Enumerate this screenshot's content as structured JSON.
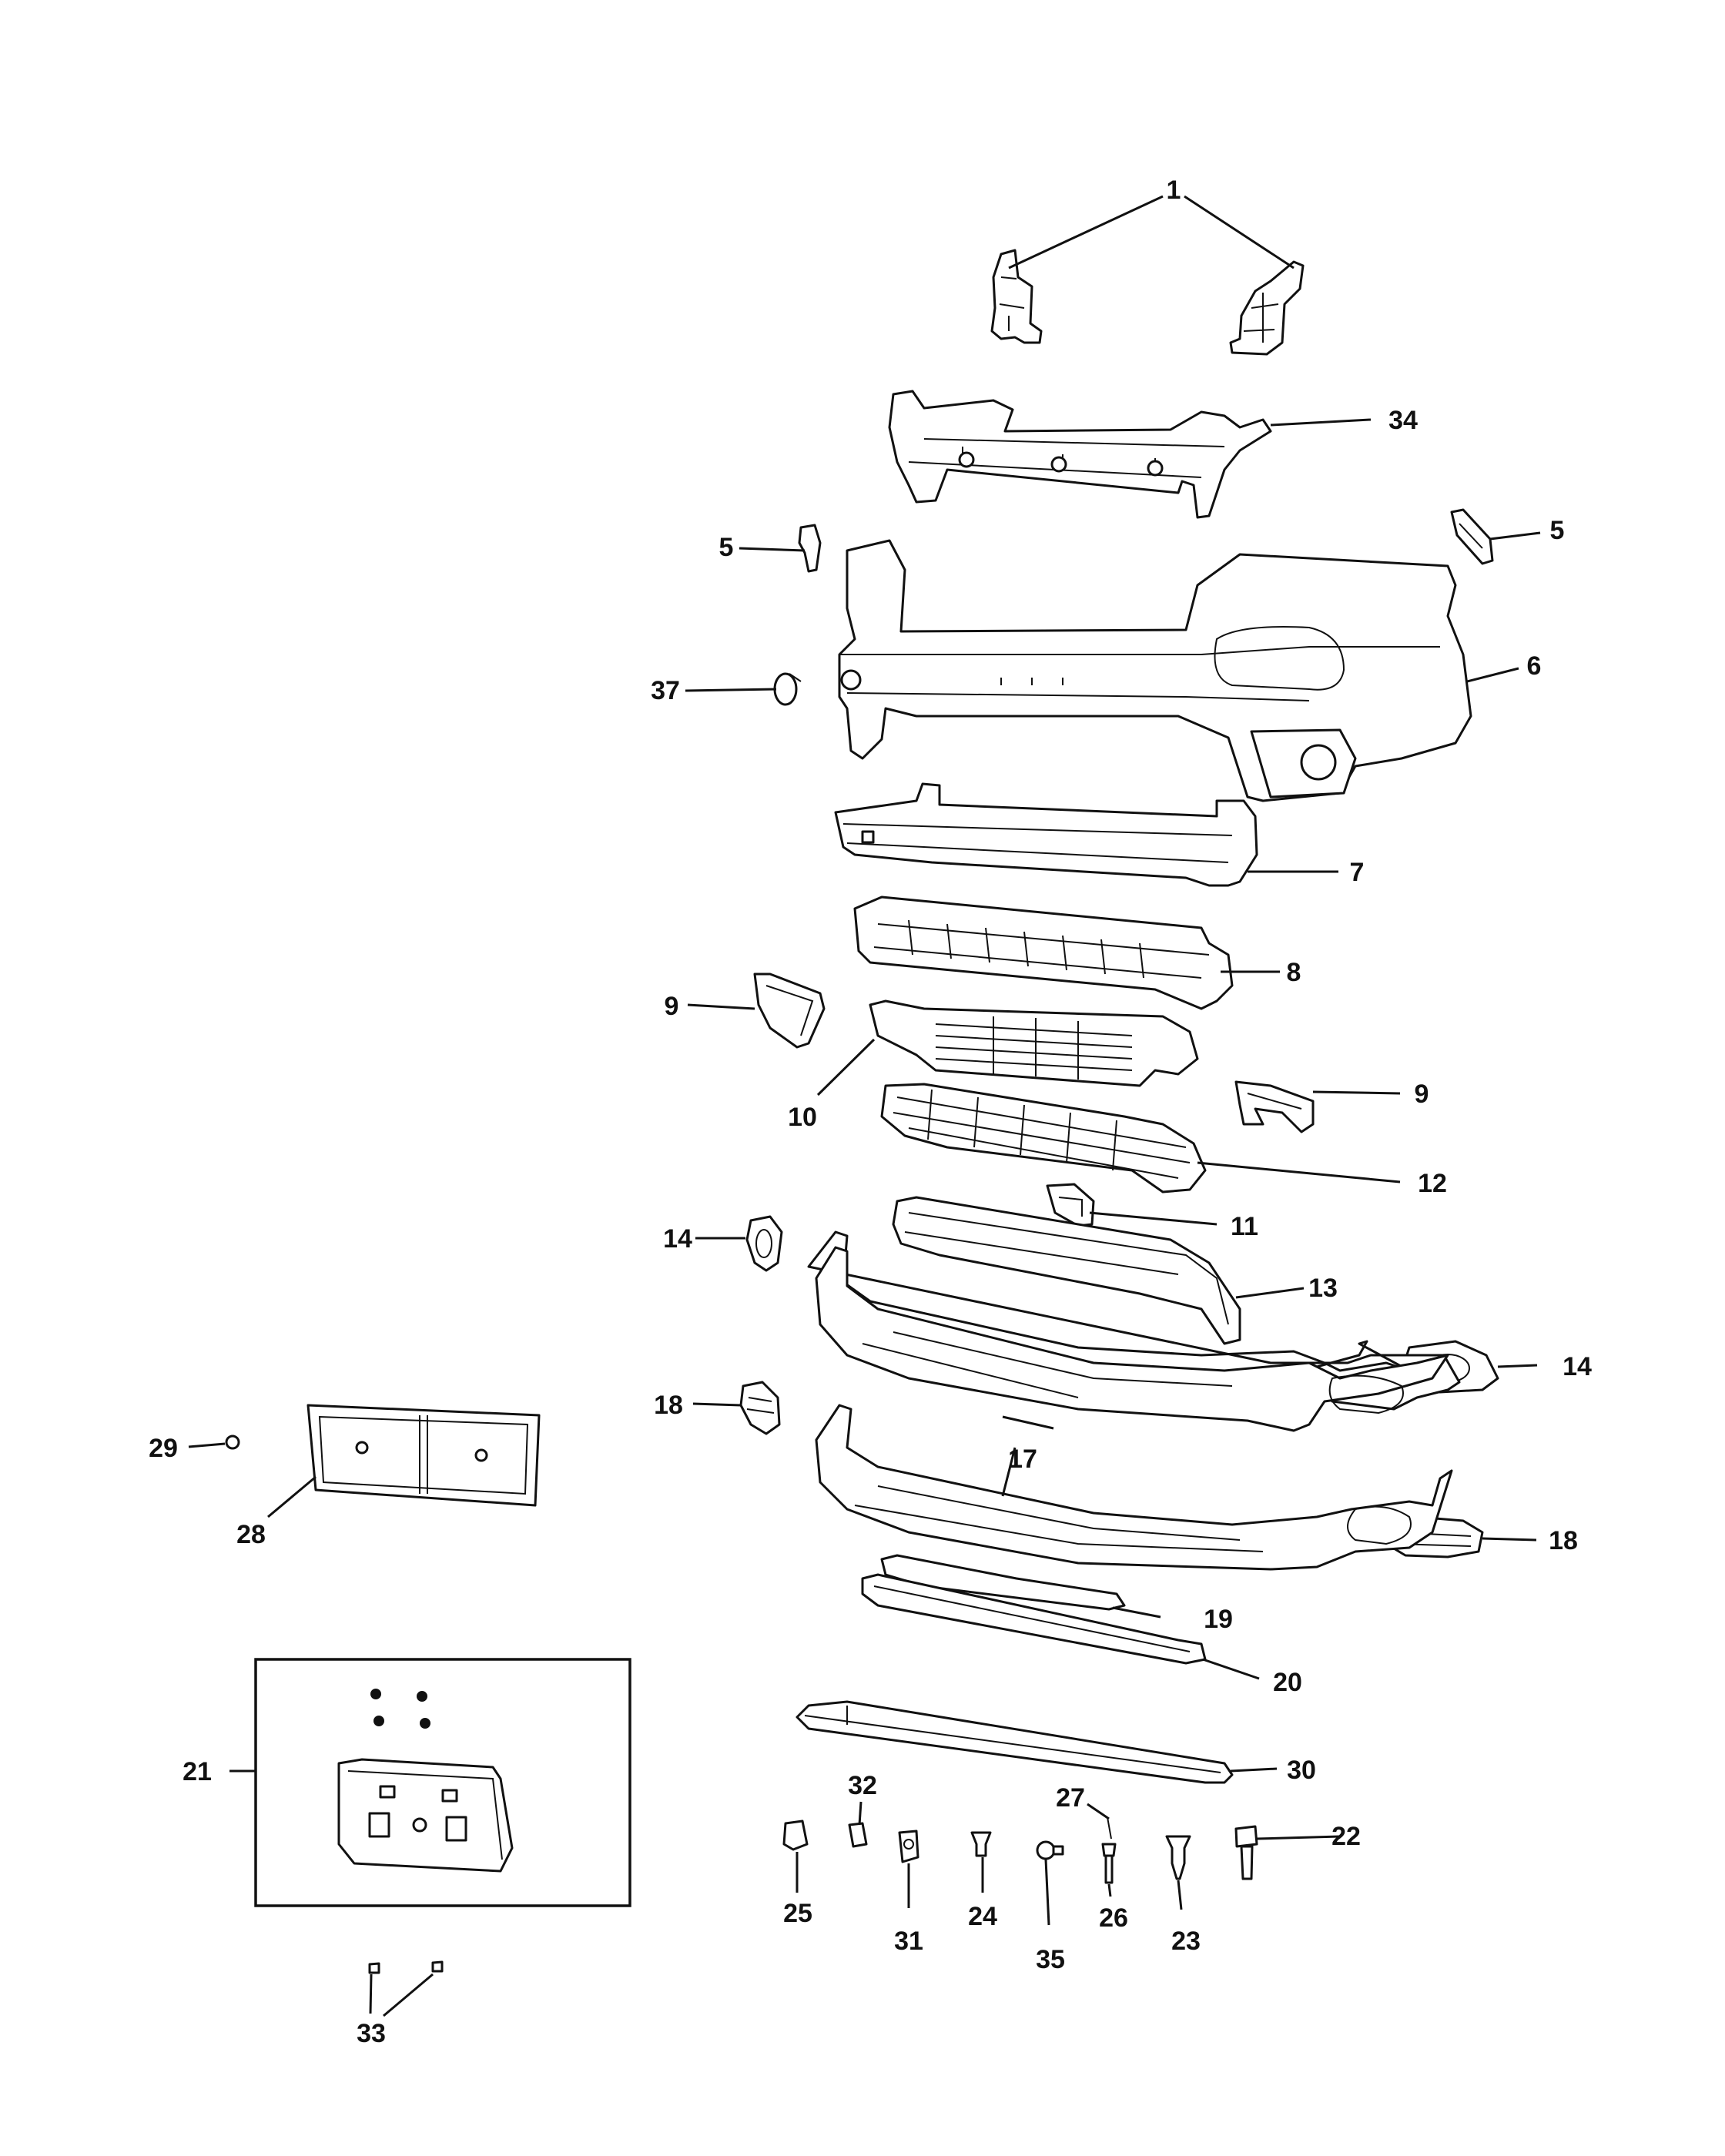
{
  "callouts": [
    {
      "id": "c1",
      "label": "1"
    },
    {
      "id": "c34",
      "label": "34"
    },
    {
      "id": "c5a",
      "label": "5"
    },
    {
      "id": "c5b",
      "label": "5"
    },
    {
      "id": "c37",
      "label": "37"
    },
    {
      "id": "c6",
      "label": "6"
    },
    {
      "id": "c7",
      "label": "7"
    },
    {
      "id": "c8",
      "label": "8"
    },
    {
      "id": "c9a",
      "label": "9"
    },
    {
      "id": "c9b",
      "label": "9"
    },
    {
      "id": "c10",
      "label": "10"
    },
    {
      "id": "c12",
      "label": "12"
    },
    {
      "id": "c11",
      "label": "11"
    },
    {
      "id": "c14a",
      "label": "14"
    },
    {
      "id": "c14b",
      "label": "14"
    },
    {
      "id": "c13",
      "label": "13"
    },
    {
      "id": "c18a",
      "label": "18"
    },
    {
      "id": "c18b",
      "label": "18"
    },
    {
      "id": "c17",
      "label": "17"
    },
    {
      "id": "c29",
      "label": "29"
    },
    {
      "id": "c28",
      "label": "28"
    },
    {
      "id": "c19",
      "label": "19"
    },
    {
      "id": "c20",
      "label": "20"
    },
    {
      "id": "c21",
      "label": "21"
    },
    {
      "id": "c30",
      "label": "30"
    },
    {
      "id": "c32",
      "label": "32"
    },
    {
      "id": "c27",
      "label": "27"
    },
    {
      "id": "c22",
      "label": "22"
    },
    {
      "id": "c25",
      "label": "25"
    },
    {
      "id": "c31",
      "label": "31"
    },
    {
      "id": "c24",
      "label": "24"
    },
    {
      "id": "c35",
      "label": "35"
    },
    {
      "id": "c26",
      "label": "26"
    },
    {
      "id": "c23",
      "label": "23"
    },
    {
      "id": "c33",
      "label": "33"
    }
  ]
}
